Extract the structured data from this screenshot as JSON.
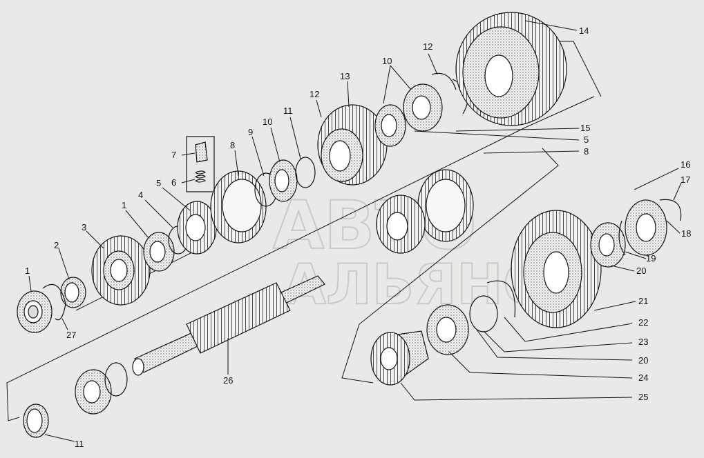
{
  "diagram": {
    "watermark_line1": "АВТО",
    "watermark_line2": "АЛЬЯНС",
    "callouts": [
      {
        "key": "c1a",
        "text": "1"
      },
      {
        "key": "c1b",
        "text": "1"
      },
      {
        "key": "c2",
        "text": "2"
      },
      {
        "key": "c3",
        "text": "3"
      },
      {
        "key": "c4",
        "text": "4"
      },
      {
        "key": "c5a",
        "text": "5"
      },
      {
        "key": "c5b",
        "text": "5"
      },
      {
        "key": "c6",
        "text": "6"
      },
      {
        "key": "c7",
        "text": "7"
      },
      {
        "key": "c8a",
        "text": "8"
      },
      {
        "key": "c8b",
        "text": "8"
      },
      {
        "key": "c9",
        "text": "9"
      },
      {
        "key": "c10a",
        "text": "10"
      },
      {
        "key": "c10b",
        "text": "10"
      },
      {
        "key": "c11a",
        "text": "11"
      },
      {
        "key": "c11b",
        "text": "11"
      },
      {
        "key": "c12a",
        "text": "12"
      },
      {
        "key": "c12b",
        "text": "12"
      },
      {
        "key": "c13",
        "text": "13"
      },
      {
        "key": "c14",
        "text": "14"
      },
      {
        "key": "c15",
        "text": "15"
      },
      {
        "key": "c16",
        "text": "16"
      },
      {
        "key": "c17",
        "text": "17"
      },
      {
        "key": "c18",
        "text": "18"
      },
      {
        "key": "c19",
        "text": "19"
      },
      {
        "key": "c20a",
        "text": "20"
      },
      {
        "key": "c20b",
        "text": "20"
      },
      {
        "key": "c21",
        "text": "21"
      },
      {
        "key": "c22",
        "text": "22"
      },
      {
        "key": "c23",
        "text": "23"
      },
      {
        "key": "c24",
        "text": "24"
      },
      {
        "key": "c25",
        "text": "25"
      },
      {
        "key": "c26",
        "text": "26"
      },
      {
        "key": "c27",
        "text": "27"
      }
    ]
  }
}
